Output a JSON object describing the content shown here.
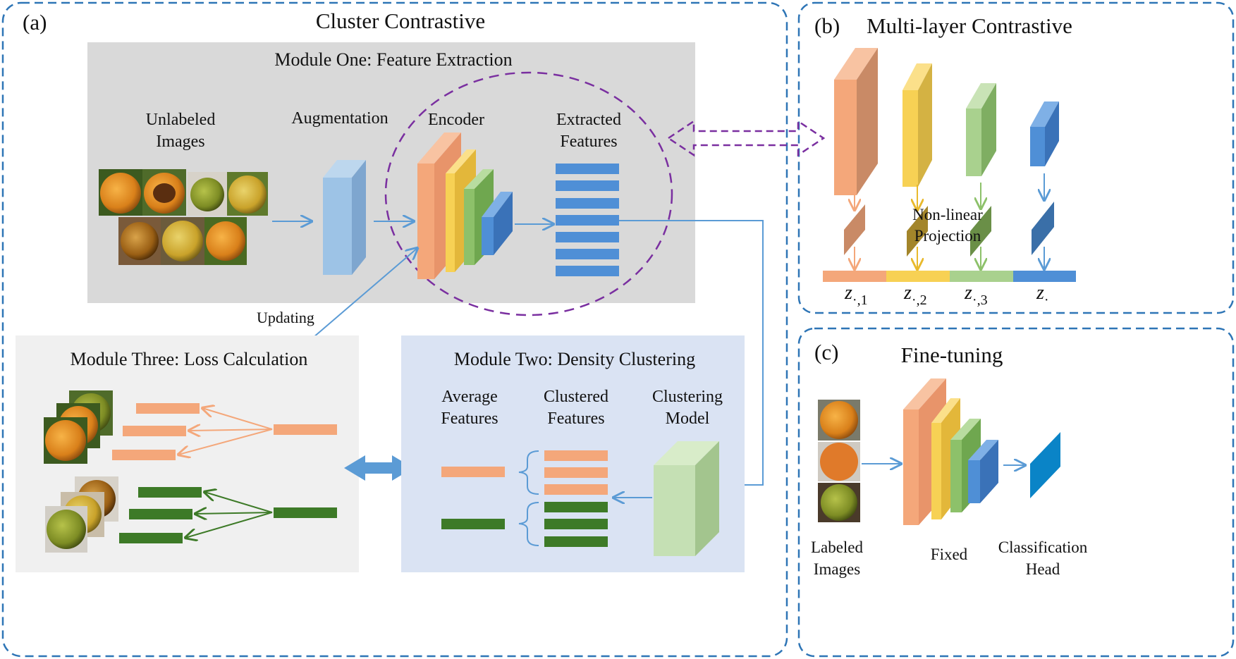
{
  "panel_a": {
    "tag": "(a)",
    "title": "Cluster Contrastive",
    "module_one": {
      "title": "Module One: Feature Extraction",
      "unlabeled_line1": "Unlabeled",
      "unlabeled_line2": "Images",
      "augmentation": "Augmentation",
      "encoder": "Encoder",
      "extracted_line1": "Extracted",
      "extracted_line2": "Features"
    },
    "updating": "Updating",
    "module_three": {
      "title": "Module Three: Loss Calculation"
    },
    "module_two": {
      "title": "Module Two: Density Clustering",
      "average_line1": "Average",
      "average_line2": "Features",
      "clustered_line1": "Clustered",
      "clustered_line2": "Features",
      "model_line1": "Clustering",
      "model_line2": "Model"
    }
  },
  "panel_b": {
    "tag": "(b)",
    "title": "Multi-layer Contrastive",
    "projection_line1": "Non-linear",
    "projection_line2": "Projection",
    "z1": "z",
    "z1_sub": "·,1",
    "z2": "z",
    "z2_sub": "·,2",
    "z3": "z",
    "z3_sub": "·,3",
    "z4": "z",
    "z4_sub": "·"
  },
  "panel_c": {
    "tag": "(c)",
    "title": "Fine-tuning",
    "labeled_line1": "Labeled",
    "labeled_line2": "Images",
    "fixed": "Fixed",
    "head_line1": "Classification",
    "head_line2": "Head"
  },
  "colors": {
    "orange": "#f4a77a",
    "yellow": "#f7d154",
    "green": "#8dc16a",
    "blue": "#4f8fd6",
    "light_blue": "#9dc3e6",
    "dark_green": "#3d7a27",
    "purple": "#7a2fa0",
    "frame": "#2e75b6",
    "arrow": "#5b9bd5"
  },
  "icons": [
    "orange-fruit-photo",
    "box-3d",
    "double-arrow"
  ]
}
